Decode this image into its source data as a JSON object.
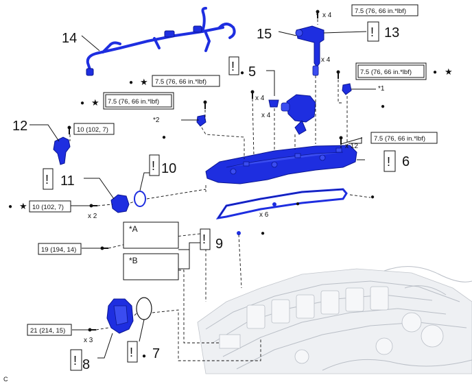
{
  "figure_code": "C",
  "parts": [
    {
      "id": "14",
      "label": "14"
    },
    {
      "id": "15",
      "label": "15"
    },
    {
      "id": "13",
      "label": "13"
    },
    {
      "id": "5",
      "label": "5"
    },
    {
      "id": "6",
      "label": "6"
    },
    {
      "id": "12",
      "label": "12"
    },
    {
      "id": "11",
      "label": "11"
    },
    {
      "id": "10",
      "label": "10"
    },
    {
      "id": "9",
      "label": "9"
    },
    {
      "id": "8",
      "label": "8"
    },
    {
      "id": "7",
      "label": "7"
    }
  ],
  "torque_specs": {
    "t13": "7.5 (76, 66 in.*lbf)",
    "t1": "7.5 (76, 66 in.*lbf)",
    "t5": "7.5 (76, 66 in.*lbf)",
    "t2": "7.5 (76, 66 in.*lbf)",
    "t12": "10 (102, 7)",
    "t6": "7.5 (76, 66 in.*lbf)",
    "t11": "10 (102, 7)",
    "t9": "19 (194, 14)",
    "t8": "21 (214, 15)"
  },
  "quantities": {
    "q13": "x 4",
    "q15": "x 4",
    "q5a": "x 4",
    "q5b": "x 4",
    "q6": "x 12",
    "q11": "x 2",
    "q_gasket": "x 6",
    "q8": "x 3"
  },
  "markers": {
    "star1": "*1",
    "star2": "*2",
    "starA": "*A",
    "starB": "*B",
    "caution": "!",
    "dot": "●",
    "star": "★"
  }
}
